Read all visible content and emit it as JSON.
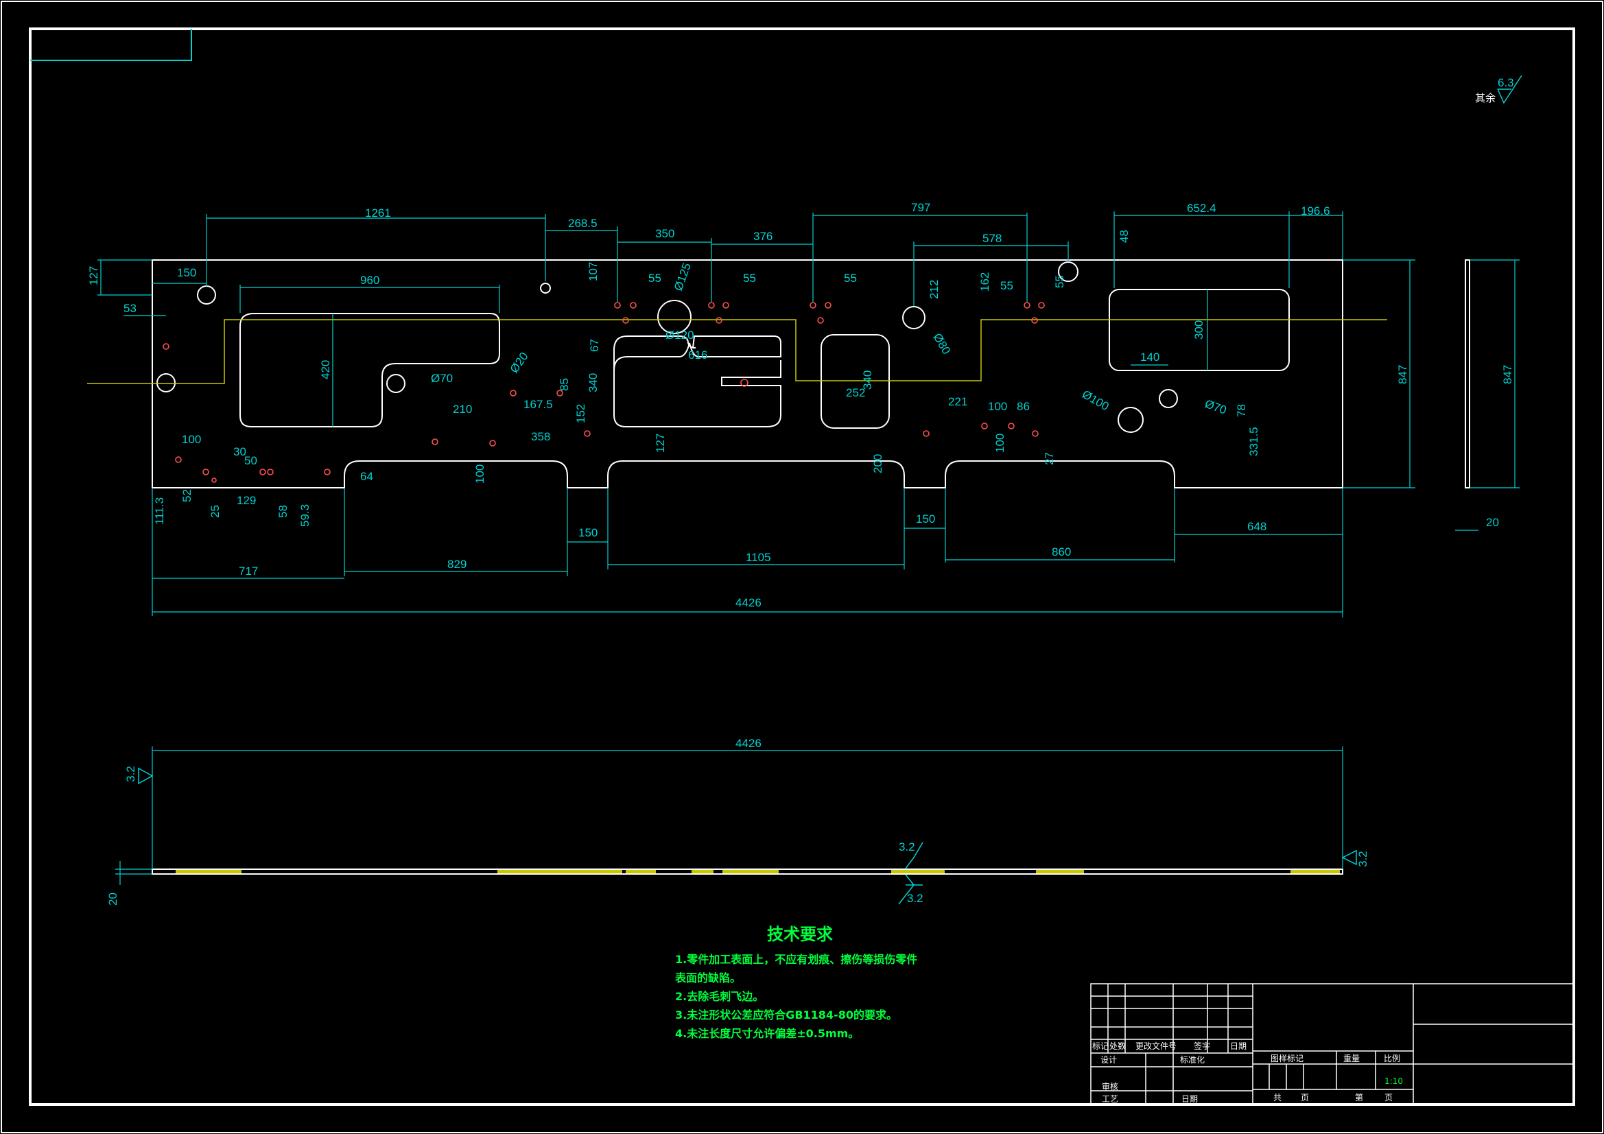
{
  "surface_note": {
    "value": "6.3",
    "label": "其余"
  },
  "dimensions": {
    "d1261": "1261",
    "d268": "268.5",
    "d350": "350",
    "d376": "376",
    "d797": "797",
    "d578": "578",
    "d652": "652.4",
    "d196": "196.6",
    "d48": "48",
    "d127a": "127",
    "d150a": "150",
    "d960": "960",
    "d53": "53",
    "d107": "107",
    "d55a": "55",
    "d55b": "55",
    "d55c": "55",
    "d55d": "55",
    "d55e": "55",
    "d125": "Ø125",
    "d120": "Ø120",
    "d212": "212",
    "d162": "162",
    "d80": "Ø80",
    "d300": "300",
    "d847a": "847",
    "d847b": "847",
    "d420": "420",
    "d70a": "Ø70",
    "d20": "Ø20",
    "d67": "67",
    "d616": "616",
    "d85a": "85",
    "d340a": "340",
    "d252": "252",
    "d340b": "340",
    "d140": "140",
    "d100a": "Ø100",
    "d70b": "Ø70",
    "d78": "78",
    "d331": "331.5",
    "d210": "210",
    "d167": "167.5",
    "d152": "152",
    "d358": "358",
    "d221": "221",
    "d100b": "100",
    "d86": "86",
    "d100c": "100",
    "d100d": "100",
    "d30": "30",
    "d50": "50",
    "d52": "52",
    "d25": "25",
    "d129": "129",
    "d58": "58",
    "d59": "59.3",
    "d111": "111.3",
    "d64": "64",
    "d100e": "100",
    "d127b": "127",
    "d200": "200",
    "d27": "27",
    "d717": "717",
    "d829": "829",
    "d150b": "150",
    "d1105": "1105",
    "d150c": "150",
    "d860": "860",
    "d648": "648",
    "d4426a": "4426",
    "d4426b": "4426",
    "d20s": "20",
    "d20b": "20",
    "r32a": "3.2",
    "r32b": "3.2",
    "r32c": "3.2",
    "r32d": "3.2"
  },
  "technical_requirements": {
    "title": "技术要求",
    "items": [
      "1.零件加工表面上，不应有划痕、擦伤等损伤零件",
      "表面的缺陷。",
      "2.去除毛刺飞边。",
      "3.未注形状公差应符合GB1184-80的要求。",
      "4.未注长度尺寸允许偏差±0.5mm。"
    ]
  },
  "title_block": {
    "biaoji": "标记",
    "chushu": "处数",
    "gengai": "更改文件号",
    "qianzi": "签字",
    "riqi": "日期",
    "sheji": "设计",
    "biaozhunhua": "标准化",
    "tuyang": "图样标记",
    "zhongliang": "重量",
    "bili": "比例",
    "shenhe": "审核",
    "gongyi": "工艺",
    "riqi2": "日期",
    "scale": "1:10",
    "gong": "共",
    "ye1": "页",
    "di": "第",
    "ye2": "页"
  },
  "colors": {
    "outline": "#ffffff",
    "dimension": "#00d2d2",
    "text": "#00ff3c",
    "centerline": "#c8c800",
    "hole": "#ff3b3b",
    "hatch": "#c8c800"
  }
}
